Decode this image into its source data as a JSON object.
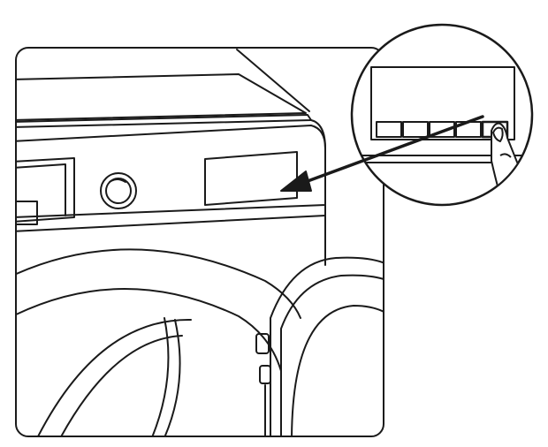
{
  "figure": {
    "kind": "line-drawing",
    "line_color": "#1a1a1a",
    "background_color": "#ffffff",
    "highlighted_step": "touch-rightmost-display-button"
  },
  "callout": {
    "button_count": 5,
    "pressed_button_index": 4
  }
}
